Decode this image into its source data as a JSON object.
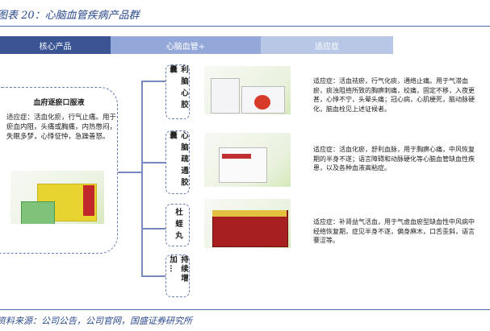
{
  "title": "图表 20：心脑血管疾病产品群",
  "header": {
    "col1": "核心产品",
    "col2": "心脑血管+",
    "col3": "适应症"
  },
  "core_product": {
    "name": "血府逐瘀口服液",
    "indication": "适应症：活血化瘀，行气止痛。用于瘀血内阻，头痛或胸痛，内热憋闷，失眠多梦，心悸怔忡，急躁善怒。"
  },
  "products": [
    {
      "name": "利脑心胶囊",
      "indication": "适应症：活血祛瘀，行气化痰，通络止痛。用于气滞血瘀，痰浊阻络所致的胸痹刺痛，绞痛，固定不移，入夜更甚，心悸不宁，头晕头痛；冠心病，心肌梗死，脑动脉硬化，脑血栓见上述证候者。"
    },
    {
      "name": "心脑疏通胶囊",
      "indication": "适应症：活血化瘀，舒利血脉，用于胸痹心痛，中风恢复期的半身不遂；语言障碍和动脉硬化等心脑血管缺血性疾患，以及各种血液高粘症。"
    },
    {
      "name": "杜蛭丸",
      "indication": "适应症：补肾益气活血，用于气虚血瘀型缺血性中风病中经络恢复期，症见半身不遂，偏身麻木，口舌歪斜，语言謇涩等。"
    },
    {
      "name": "持续增加…"
    }
  ],
  "source": "资料来源：公司公告，公司官网，国盛证券研究所"
}
